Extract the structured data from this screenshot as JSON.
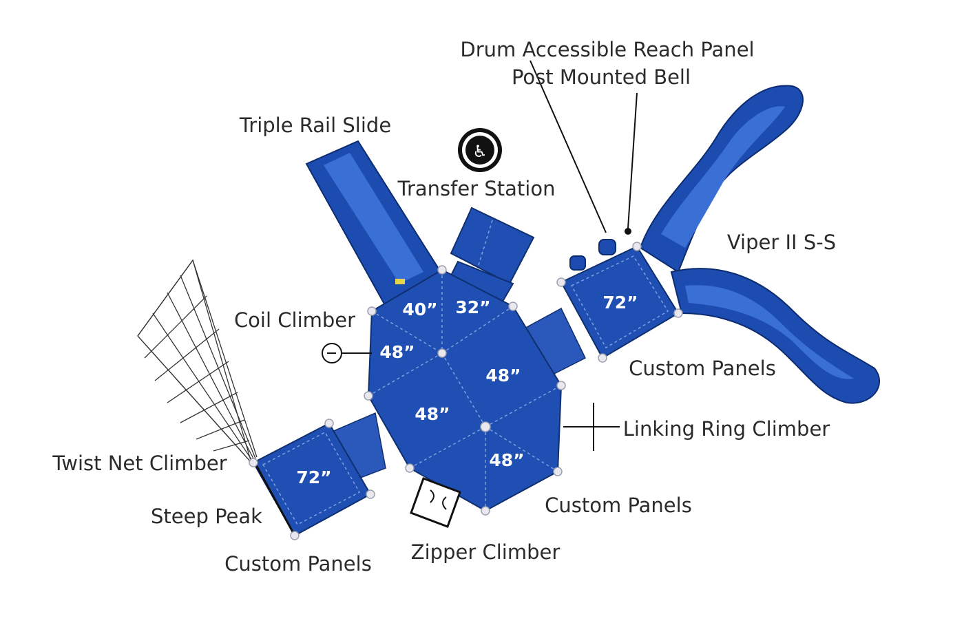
{
  "labels": {
    "drum_panel": "Drum Accessible Reach Panel",
    "bell": "Post Mounted Bell",
    "triple_slide": "Triple Rail Slide",
    "transfer_station": "Transfer Station",
    "viper": "Viper II S-S",
    "coil_climber": "Coil Climber",
    "custom_panels_right": "Custom Panels",
    "linking_ring": "Linking Ring Climber",
    "twist_net": "Twist Net Climber",
    "steep_peak": "Steep Peak",
    "custom_panels_bottom_left": "Custom Panels",
    "zipper_climber": "Zipper Climber",
    "custom_panels_bottom": "Custom Panels"
  },
  "deck_heights": {
    "d40": "40”",
    "d32": "32”",
    "d48_left": "48”",
    "d48_right": "48”",
    "d48_center": "48”",
    "d48_bottom": "48”",
    "d72_right": "72”",
    "d72_left": "72”"
  },
  "icons": {
    "accessibility": "wheelchair-icon"
  },
  "colors": {
    "deck": "#1f4fb3",
    "slide": "#1c4cb0",
    "text": "#2b2b2b"
  }
}
